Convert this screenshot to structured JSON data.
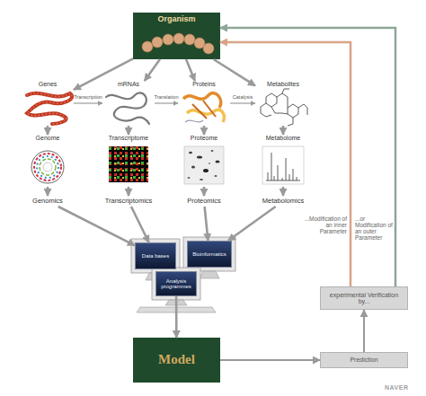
{
  "diagram": {
    "nodes": [
      {
        "text": [
          "Organism"
        ]
      },
      {
        "text": [
          "Genes"
        ]
      },
      {
        "text": [
          "mRNAs"
        ]
      },
      {
        "text": [
          "Proteins"
        ]
      },
      {
        "text": [
          "Metabolites"
        ]
      },
      {
        "text": [
          "Genome"
        ]
      },
      {
        "text": [
          "Transcriptome"
        ]
      },
      {
        "text": [
          "Proteome"
        ]
      },
      {
        "text": [
          "Metabolome"
        ]
      },
      {
        "text": [
          "Genomics"
        ]
      },
      {
        "text": [
          "Transcriptomics"
        ]
      },
      {
        "text": [
          "Proteomics"
        ]
      },
      {
        "text": [
          "Metabolomics"
        ]
      },
      {
        "text": [
          "Data bases"
        ]
      },
      {
        "text": [
          "Bioinformatics"
        ]
      },
      {
        "text": [
          "Analysis programmes"
        ]
      },
      {
        "text": [
          "experimental Verification by..."
        ]
      },
      {
        "text": [
          "Model"
        ]
      },
      {
        "text": [
          "Prediction"
        ]
      }
    ],
    "edges": [
      {
        "from": 0,
        "to": 1,
        "arrow": "to"
      },
      {
        "from": 0,
        "to": 2,
        "arrow": "to"
      },
      {
        "from": 0,
        "to": 3,
        "arrow": "to"
      },
      {
        "from": 0,
        "to": 4,
        "arrow": "to"
      },
      {
        "from": 1,
        "to": 2,
        "label": "Transcription",
        "arrow": "to"
      },
      {
        "from": 2,
        "to": 3,
        "label": "Translation",
        "arrow": "to"
      },
      {
        "from": 3,
        "to": 4,
        "label": "Catalysis",
        "arrow": "to"
      },
      {
        "from": 1,
        "to": 5,
        "arrow": "to"
      },
      {
        "from": 2,
        "to": 6,
        "arrow": "to"
      },
      {
        "from": 3,
        "to": 7,
        "arrow": "to"
      },
      {
        "from": 4,
        "to": 8,
        "arrow": "to"
      },
      {
        "from": 5,
        "to": 9,
        "arrow": "to"
      },
      {
        "from": 6,
        "to": 10,
        "arrow": "to"
      },
      {
        "from": 7,
        "to": 11,
        "arrow": "to"
      },
      {
        "from": 8,
        "to": 12,
        "arrow": "to"
      },
      {
        "from": 9,
        "to": 13,
        "arrow": "to"
      },
      {
        "from": 10,
        "to": 13,
        "arrow": "to"
      },
      {
        "from": 11,
        "to": 14,
        "arrow": "to"
      },
      {
        "from": 12,
        "to": 14,
        "arrow": "to"
      },
      {
        "from": 15,
        "to": 17,
        "arrow": "to"
      },
      {
        "from": 17,
        "to": 18,
        "arrow": "to"
      },
      {
        "from": 18,
        "to": 16,
        "arrow": "to"
      },
      {
        "from": 16,
        "to": 0,
        "label": "...Modification of an inner Parameter",
        "arrow": "to"
      },
      {
        "from": 16,
        "to": 0,
        "label": "...or Modification of an outer Parameter",
        "arrow": "to"
      }
    ],
    "labels": [
      "NAVER"
    ]
  }
}
